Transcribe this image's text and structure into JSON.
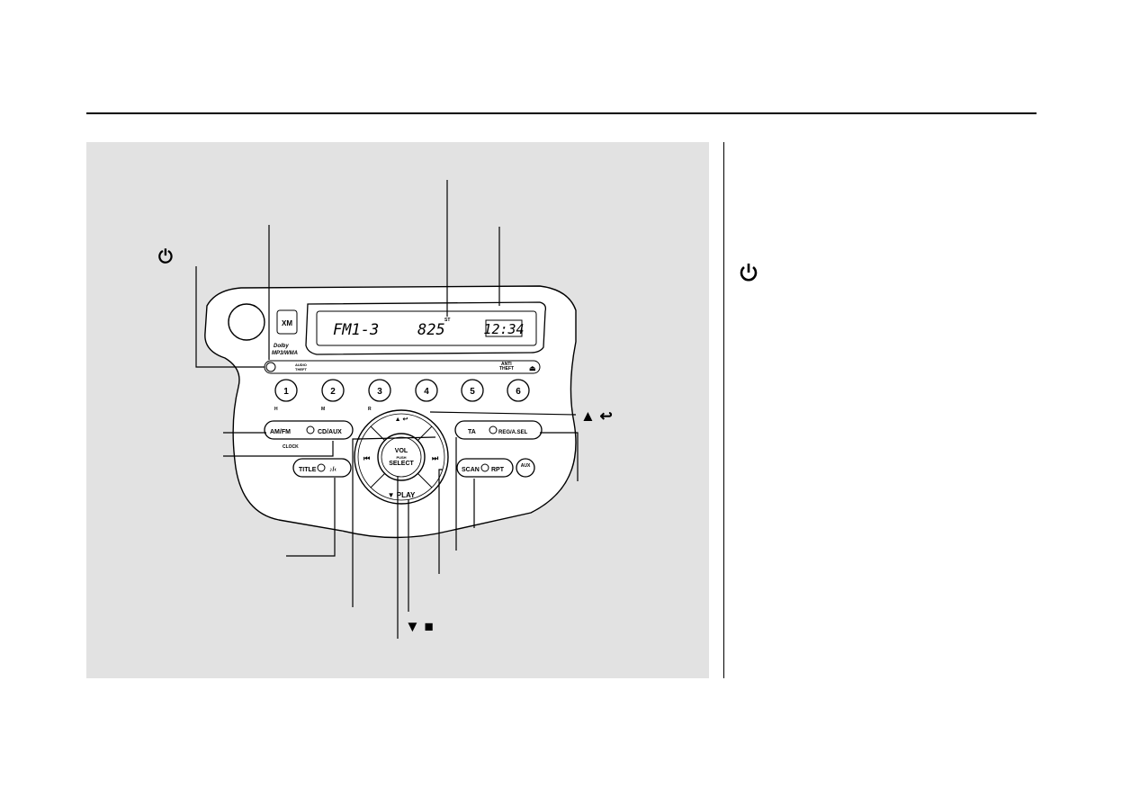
{
  "radio": {
    "badge": "XM",
    "logo_line1": "Dolby",
    "logo_line2": "MP3/WMA",
    "display": {
      "band": "FM1-3",
      "frequency": "825",
      "clock": "12:34",
      "stereo_indicator": "ST"
    },
    "presets": [
      {
        "label": "1",
        "sub": "H"
      },
      {
        "label": "2",
        "sub": "M"
      },
      {
        "label": "3",
        "sub": "R"
      },
      {
        "label": "4",
        "sub": ""
      },
      {
        "label": "5",
        "sub": ""
      },
      {
        "label": "6",
        "sub": ""
      }
    ],
    "audio_label": "AUDIO\nTHEFT",
    "anti_theft_label": "ANTI\nTHEFT",
    "eject_glyph": "⏏",
    "am_fm_label": "AM/FM",
    "cd_aux_label": "CD/AUX",
    "clock_label": "CLOCK",
    "title_label": "TITLE",
    "track_label": "♪/‹",
    "ta_label": "TA",
    "regional_sel_label": "REG/A.SEL",
    "scan_label": "SCAN",
    "rpt_label": "RPT",
    "aux_label": "AUX",
    "knob_line1": "VOL",
    "knob_line2": "PUSH",
    "knob_line3": "SELECT",
    "up_label": "▲ ↩",
    "play_label": "▼ PLAY",
    "skip_back_glyph": "⏮",
    "skip_fwd_glyph": "⏭"
  },
  "callouts": {
    "back_symbol": "▲ ↩",
    "down_symbol": "▼ ■"
  }
}
